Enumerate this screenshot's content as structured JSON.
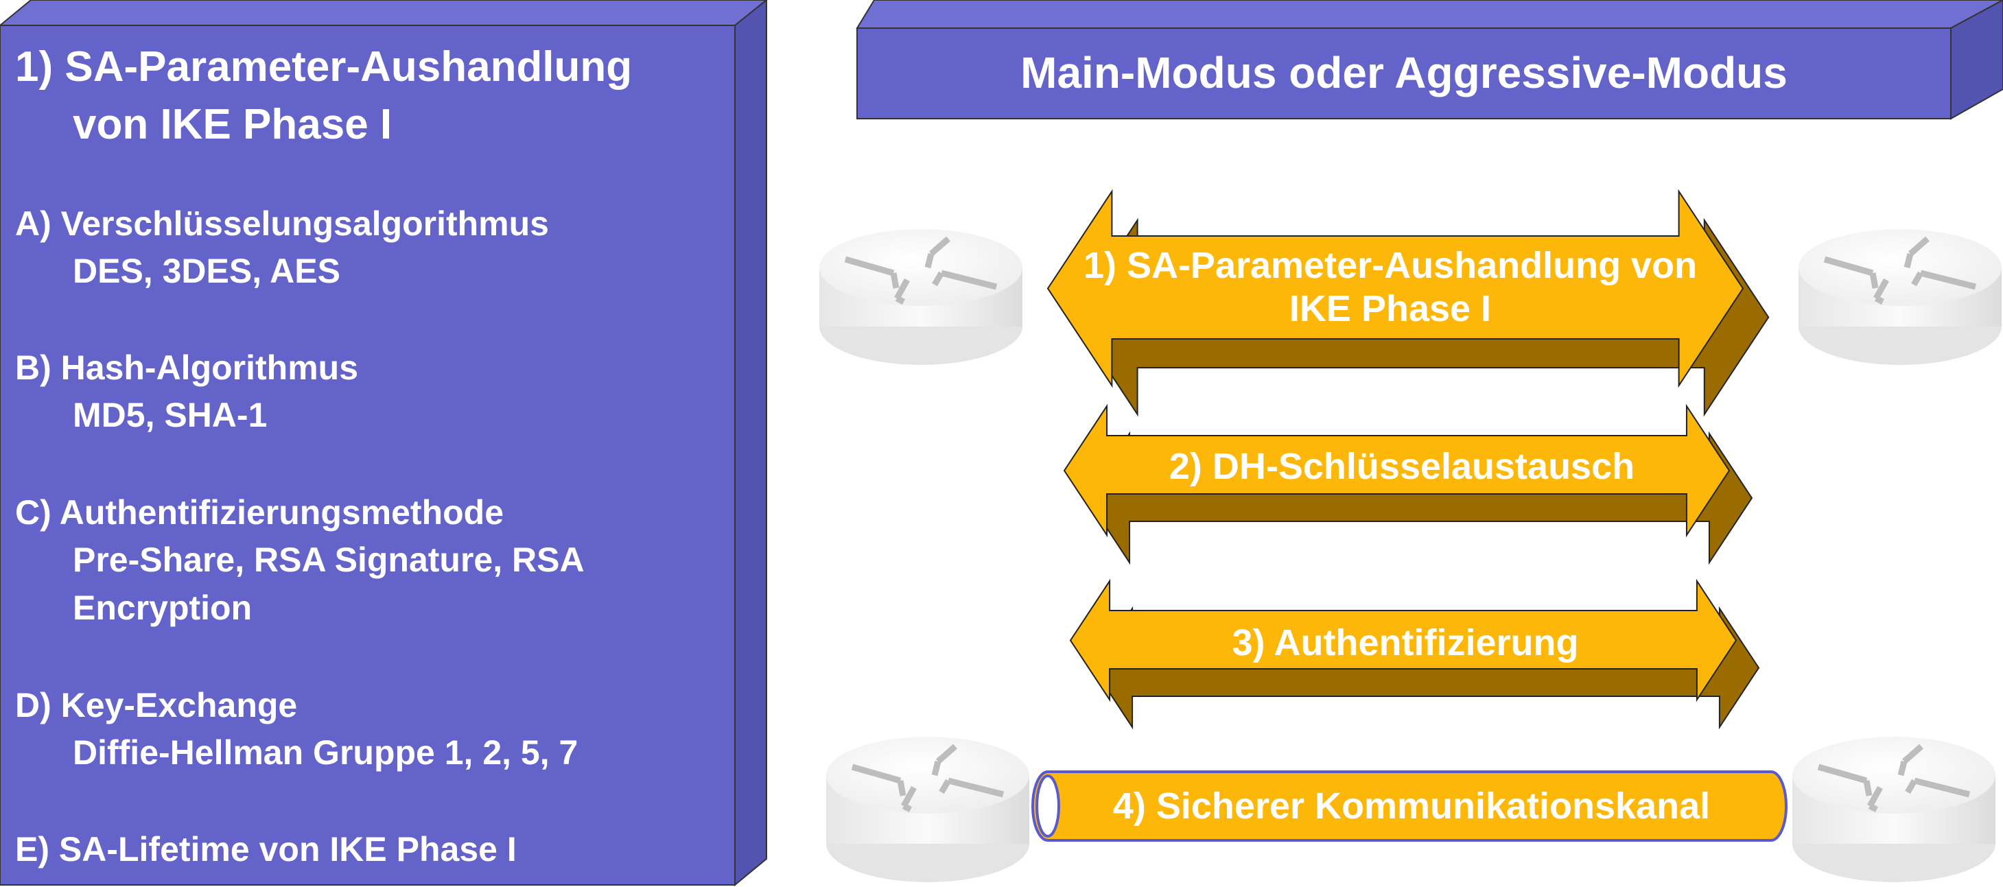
{
  "left_panel": {
    "title_line1": "1) SA-Parameter-Aushandlung",
    "title_line2": "von IKE Phase I",
    "items": [
      {
        "label": "A) Verschlüsselungsalgorithmus",
        "detail": [
          "DES, 3DES, AES"
        ]
      },
      {
        "label": "B) Hash-Algorithmus",
        "detail": [
          "MD5, SHA-1"
        ]
      },
      {
        "label": "C) Authentifizierungsmethode",
        "detail": [
          "Pre-Share, RSA Signature, RSA",
          "Encryption"
        ]
      },
      {
        "label": "D) Key-Exchange",
        "detail": [
          "Diffie-Hellman Gruppe 1, 2, 5, 7"
        ]
      },
      {
        "label": "E) SA-Lifetime von IKE Phase I",
        "detail": []
      }
    ]
  },
  "header": {
    "title": "Main-Modus oder Aggressive-Modus"
  },
  "steps": {
    "step1_line1": "1) SA-Parameter-Aushandlung von",
    "step1_line2": "IKE Phase I",
    "step2": "2) DH-Schlüsselaustausch",
    "step3": "3) Authentifizierung",
    "step4": "4) Sicherer Kommunikationskanal"
  },
  "colors": {
    "panel": "#6363c9",
    "arrow": "#fdb708",
    "arrow_dark": "#9a6c00",
    "router": "#f2f2f2"
  }
}
